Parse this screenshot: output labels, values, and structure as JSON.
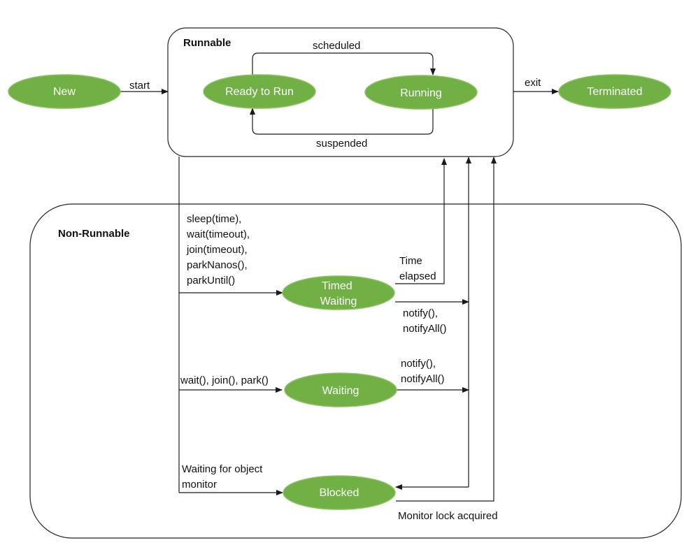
{
  "colors": {
    "state_fill": "#71b045",
    "state_stroke": "#8cc060",
    "state_text": "#ffffff",
    "line": "#1a1a1a",
    "group_border": "#222222"
  },
  "groups": {
    "runnable": {
      "title": "Runnable"
    },
    "non_runnable": {
      "title": "Non-Runnable"
    }
  },
  "states": {
    "new": [
      "New"
    ],
    "ready_to_run": [
      "Ready to Run"
    ],
    "running": [
      "Running"
    ],
    "terminated": [
      "Terminated"
    ],
    "timed_waiting": [
      "Timed",
      "Waiting"
    ],
    "waiting": [
      "Waiting"
    ],
    "blocked": [
      "Blocked"
    ]
  },
  "edges": {
    "start": [
      "start"
    ],
    "exit": [
      "exit"
    ],
    "scheduled": [
      "scheduled"
    ],
    "suspended": [
      "suspended"
    ],
    "to_timed_waiting": [
      "sleep(time),",
      "wait(timeout),",
      "join(timeout),",
      "parkNanos(),",
      "parkUntil()"
    ],
    "to_waiting": [
      "wait(), join(), park()"
    ],
    "to_blocked": [
      "Waiting for object",
      "monitor"
    ],
    "time_elapsed": [
      "Time",
      "elapsed"
    ],
    "timed_notify": [
      "notify(),",
      "notifyAll()"
    ],
    "waiting_notify": [
      "notify(),",
      "notifyAll()"
    ],
    "monitor_lock": [
      "Monitor lock acquired"
    ]
  }
}
